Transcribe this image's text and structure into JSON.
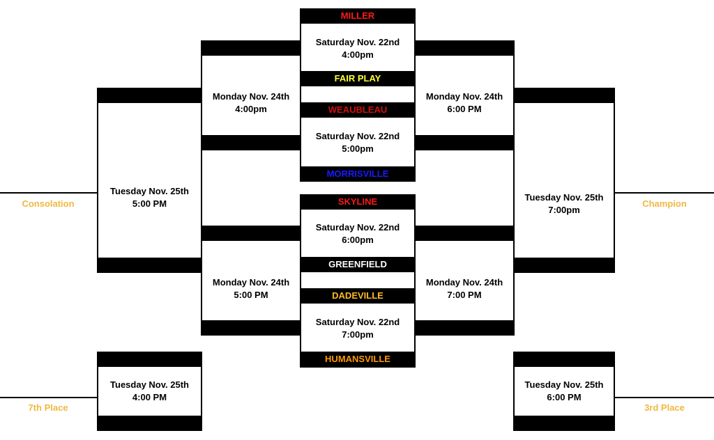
{
  "colors": {
    "label": "#f0b840",
    "miller": "#ff1a1a",
    "fairplay": "#ffff33",
    "weaubleau": "#d01010",
    "morrisville": "#1a1aff",
    "skyline": "#ff1a1a",
    "greenfield": "#ffffff",
    "dadeville": "#ffbb22",
    "humansville": "#ff9900"
  },
  "teams": {
    "miller": "MILLER",
    "fairplay": "FAIR PLAY",
    "weaubleau": "WEAUBLEAU",
    "morrisville": "MORRISVILLE",
    "skyline": "SKYLINE",
    "greenfield": "GREENFIELD",
    "dadeville": "DADEVILLE",
    "humansville": "HUMANSVILLE"
  },
  "games": {
    "g1": {
      "day": "Saturday Nov. 22nd",
      "time": "4:00pm"
    },
    "g2": {
      "day": "Saturday Nov. 22nd",
      "time": "5:00pm"
    },
    "g3": {
      "day": "Saturday Nov. 22nd",
      "time": "6:00pm"
    },
    "g4": {
      "day": "Saturday Nov. 22nd",
      "time": "7:00pm"
    },
    "l1": {
      "day": "Monday Nov. 24th",
      "time": "4:00pm"
    },
    "l2": {
      "day": "Monday Nov. 24th",
      "time": "5:00 PM"
    },
    "w1": {
      "day": "Monday Nov. 24th",
      "time": "6:00 PM"
    },
    "w2": {
      "day": "Monday  Nov. 24th",
      "time": "7:00 PM"
    },
    "consolation": {
      "day": "Tuesday Nov. 25th",
      "time": "5:00 PM"
    },
    "championship": {
      "day": "Tuesday Nov. 25th",
      "time": "7:00pm"
    },
    "seventh": {
      "day": "Tuesday Nov. 25th",
      "time": "4:00 PM"
    },
    "third": {
      "day": "Tuesday Nov. 25th",
      "time": "6:00 PM"
    }
  },
  "labels": {
    "consolation": "Consolation",
    "champion": "Champion",
    "seventh": "7th Place",
    "third": "3rd Place"
  }
}
